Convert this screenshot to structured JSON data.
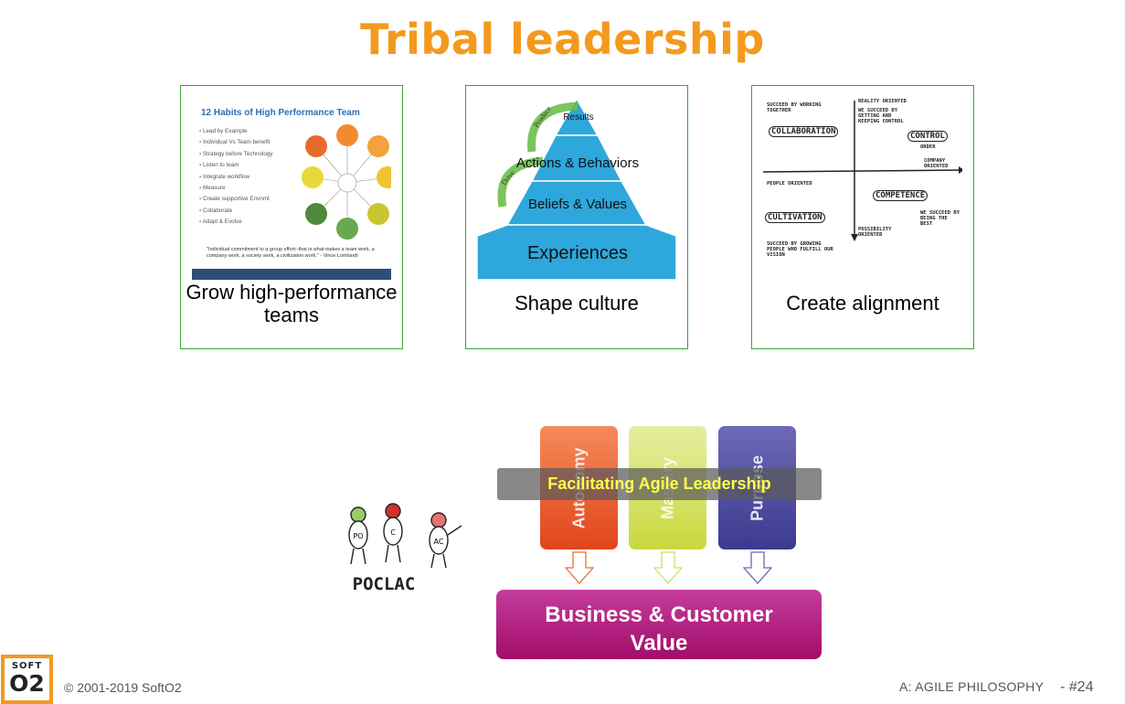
{
  "title": "Tribal leadership",
  "cards": [
    {
      "caption": "Grow high-performance teams",
      "thumb": {
        "heading": "12 Habits of High Performance Team",
        "items": [
          "Lead by Example",
          "Individual Vs Team benefit",
          "Strategy before Technology",
          "Listen to team",
          "Integrate workflow",
          "Measure",
          "Create supportive Envnmt",
          "Collaborate",
          "Adapt & Evolve"
        ],
        "quote": "\"Individual commitment to a group effort--that is what makes a team work, a company work, a society work, a civilization work.\" - Vince Lombardi"
      }
    },
    {
      "caption": "Shape culture",
      "thumb": {
        "levels": [
          "Results",
          "Actions & Behaviors",
          "Beliefs & Values",
          "Experiences"
        ],
        "arrow_labels": [
          "Produce",
          "Drive"
        ]
      }
    },
    {
      "caption": "Create alignment",
      "thumb": {
        "quadrants": [
          "COLLABORATION",
          "CONTROL",
          "CULTIVATION",
          "COMPETENCE"
        ],
        "notes": [
          "SUCCEED BY WORKING TOGETHER",
          "REALITY ORIENTED",
          "WE SUCCEED BY GETTING AND KEEPING CONTROL",
          "ORDER",
          "WE SUCCEED BY BEING THE BEST",
          "POSSIBILITY ORIENTED",
          "SUCCEED BY GROWING PEOPLE WHO FULFILL OUR VISION",
          "COMPANY ORIENTED",
          "PEOPLE ORIENTED"
        ]
      }
    }
  ],
  "diagram": {
    "pillars": [
      "Autonomy",
      "Mastery",
      "Purpose"
    ],
    "band": "Facilitating Agile Leadership",
    "value_line1": "Business & Customer",
    "value_line2": "Value",
    "figure_labels": [
      "PO",
      "C",
      "AC"
    ],
    "figure_caption": "POCLAC"
  },
  "footer": {
    "logo_top": "SOFT",
    "logo_bottom": "O2",
    "copyright": "© 2001-2019 SoftO2",
    "section": "A: AGILE PHILOSOPHY",
    "page": "-  #24"
  },
  "colors": {
    "title": "#f39a1e",
    "card_border": "#3aa535",
    "value_box": "#b31f82"
  }
}
